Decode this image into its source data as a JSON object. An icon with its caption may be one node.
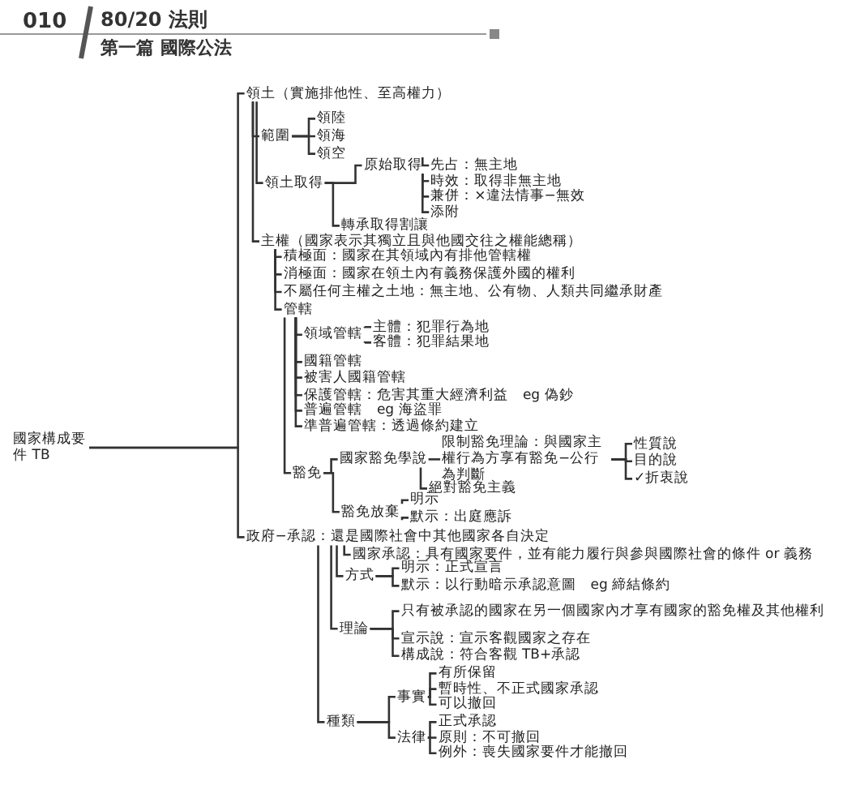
{
  "diagram": {
    "nodes": [
      {
        "text": [
          "國家構成要件 TB"
        ]
      },
      {
        "text": [
          "領土（實施排他性、至高權力）"
        ]
      },
      {
        "text": [
          "範圍"
        ]
      },
      {
        "text": [
          "領陸"
        ]
      },
      {
        "text": [
          "領海"
        ]
      },
      {
        "text": [
          "領空"
        ]
      },
      {
        "text": [
          "領土取得"
        ]
      },
      {
        "text": [
          "原始取得"
        ]
      },
      {
        "text": [
          "先占：無主地"
        ]
      },
      {
        "text": [
          "時效：取得非無主地"
        ]
      },
      {
        "text": [
          "兼併：×違法情事−無效"
        ]
      },
      {
        "text": [
          "添附"
        ]
      },
      {
        "text": [
          "轉承取得割讓"
        ]
      },
      {
        "text": [
          "主權（國家表示其獨立且與他國交往之權能總稱）"
        ]
      },
      {
        "text": [
          "積極面：國家在其領域內有排他管轄權"
        ]
      },
      {
        "text": [
          "消極面：國家在領土內有義務保護外國的權利"
        ]
      },
      {
        "text": [
          "不屬任何主權之土地：無主地、公有物、人類共同繼承財產"
        ]
      },
      {
        "text": [
          "管轄"
        ]
      },
      {
        "text": [
          "領域管轄"
        ]
      },
      {
        "text": [
          "主體：犯罪行為地"
        ]
      },
      {
        "text": [
          "客體：犯罪結果地"
        ]
      },
      {
        "text": [
          "國籍管轄"
        ]
      },
      {
        "text": [
          "被害人國籍管轄"
        ]
      },
      {
        "text": [
          "保護管轄：危害其重大經濟利益　eg 偽鈔"
        ]
      },
      {
        "text": [
          "普遍管轄　eg 海盜罪"
        ]
      },
      {
        "text": [
          "準普遍管轄：透過條約建立"
        ]
      },
      {
        "text": [
          "豁免"
        ]
      },
      {
        "text": [
          "國家豁免學說"
        ]
      },
      {
        "text": [
          "限制豁免理論：與國家主權行為方享有豁免−公行為判斷"
        ]
      },
      {
        "text": [
          "性質說"
        ]
      },
      {
        "text": [
          "目的說"
        ]
      },
      {
        "text": [
          "✓折衷說"
        ]
      },
      {
        "text": [
          "絕對豁免主義"
        ]
      },
      {
        "text": [
          "豁免放棄"
        ]
      },
      {
        "text": [
          "明示"
        ]
      },
      {
        "text": [
          "默示：出庭應訴"
        ]
      },
      {
        "text": [
          "政府−承認：還是國際社會中其他國家各自決定"
        ]
      },
      {
        "text": [
          "國家承認：具有國家要件，並有能力履行與參與國際社會的條件 or 義務"
        ]
      },
      {
        "text": [
          "方式"
        ]
      },
      {
        "text": [
          "明示：正式宣言"
        ]
      },
      {
        "text": [
          "默示：以行動暗示承認意圖　eg 締結條約"
        ]
      },
      {
        "text": [
          "理論"
        ]
      },
      {
        "text": [
          "只有被承認的國家在另一個國家內才享有國家的豁免權及其他權利"
        ]
      },
      {
        "text": [
          "宣示說：宣示客觀國家之存在"
        ]
      },
      {
        "text": [
          "構成說：符合客觀 TB+承認"
        ]
      },
      {
        "text": [
          "種類"
        ]
      },
      {
        "text": [
          "事實"
        ]
      },
      {
        "text": [
          "有所保留"
        ]
      },
      {
        "text": [
          "暫時性、不正式國家承認"
        ]
      },
      {
        "text": [
          "可以撤回"
        ]
      },
      {
        "text": [
          "法律"
        ]
      },
      {
        "text": [
          "正式承認"
        ]
      },
      {
        "text": [
          "原則：不可撤回"
        ]
      },
      {
        "text": [
          "例外：喪失國家要件才能撤回"
        ]
      }
    ],
    "edges": [
      {
        "from": 0,
        "to": 1,
        "arrow": "none"
      },
      {
        "from": 1,
        "to": 2,
        "arrow": "none"
      },
      {
        "from": 2,
        "to": 3,
        "arrow": "none"
      },
      {
        "from": 2,
        "to": 4,
        "arrow": "none"
      },
      {
        "from": 2,
        "to": 5,
        "arrow": "none"
      },
      {
        "from": 1,
        "to": 6,
        "arrow": "none"
      },
      {
        "from": 6,
        "to": 7,
        "arrow": "none"
      },
      {
        "from": 7,
        "to": 8,
        "arrow": "none"
      },
      {
        "from": 7,
        "to": 9,
        "arrow": "none"
      },
      {
        "from": 7,
        "to": 10,
        "arrow": "none"
      },
      {
        "from": 7,
        "to": 11,
        "arrow": "none"
      },
      {
        "from": 6,
        "to": 12,
        "arrow": "none"
      },
      {
        "from": 1,
        "to": 13,
        "arrow": "none"
      },
      {
        "from": 13,
        "to": 14,
        "arrow": "none"
      },
      {
        "from": 13,
        "to": 15,
        "arrow": "none"
      },
      {
        "from": 13,
        "to": 16,
        "arrow": "none"
      },
      {
        "from": 13,
        "to": 17,
        "arrow": "none"
      },
      {
        "from": 17,
        "to": 18,
        "arrow": "none"
      },
      {
        "from": 18,
        "to": 19,
        "arrow": "none"
      },
      {
        "from": 18,
        "to": 20,
        "arrow": "none"
      },
      {
        "from": 17,
        "to": 21,
        "arrow": "none"
      },
      {
        "from": 17,
        "to": 22,
        "arrow": "none"
      },
      {
        "from": 17,
        "to": 23,
        "arrow": "none"
      },
      {
        "from": 17,
        "to": 24,
        "arrow": "none"
      },
      {
        "from": 17,
        "to": 25,
        "arrow": "none"
      },
      {
        "from": 17,
        "to": 26,
        "arrow": "none"
      },
      {
        "from": 26,
        "to": 27,
        "arrow": "none"
      },
      {
        "from": 27,
        "to": 28,
        "arrow": "none"
      },
      {
        "from": 28,
        "to": 29,
        "arrow": "none"
      },
      {
        "from": 28,
        "to": 30,
        "arrow": "none"
      },
      {
        "from": 28,
        "to": 31,
        "arrow": "none"
      },
      {
        "from": 27,
        "to": 32,
        "arrow": "none"
      },
      {
        "from": 26,
        "to": 33,
        "arrow": "none"
      },
      {
        "from": 33,
        "to": 34,
        "arrow": "none"
      },
      {
        "from": 33,
        "to": 35,
        "arrow": "none"
      },
      {
        "from": 0,
        "to": 36,
        "arrow": "none"
      },
      {
        "from": 36,
        "to": 37,
        "arrow": "none"
      },
      {
        "from": 36,
        "to": 38,
        "arrow": "none"
      },
      {
        "from": 38,
        "to": 39,
        "arrow": "none"
      },
      {
        "from": 38,
        "to": 40,
        "arrow": "none"
      },
      {
        "from": 36,
        "to": 41,
        "arrow": "none"
      },
      {
        "from": 41,
        "to": 42,
        "arrow": "none"
      },
      {
        "from": 41,
        "to": 43,
        "arrow": "none"
      },
      {
        "from": 41,
        "to": 44,
        "arrow": "none"
      },
      {
        "from": 36,
        "to": 45,
        "arrow": "none"
      },
      {
        "from": 45,
        "to": 46,
        "arrow": "none"
      },
      {
        "from": 46,
        "to": 47,
        "arrow": "none"
      },
      {
        "from": 46,
        "to": 48,
        "arrow": "none"
      },
      {
        "from": 46,
        "to": 49,
        "arrow": "none"
      },
      {
        "from": 45,
        "to": 50,
        "arrow": "none"
      },
      {
        "from": 50,
        "to": 51,
        "arrow": "none"
      },
      {
        "from": 50,
        "to": 52,
        "arrow": "none"
      },
      {
        "from": 50,
        "to": 53,
        "arrow": "none"
      }
    ],
    "labels": [
      "010",
      "80/20 法則",
      "第一篇 國際公法"
    ]
  }
}
